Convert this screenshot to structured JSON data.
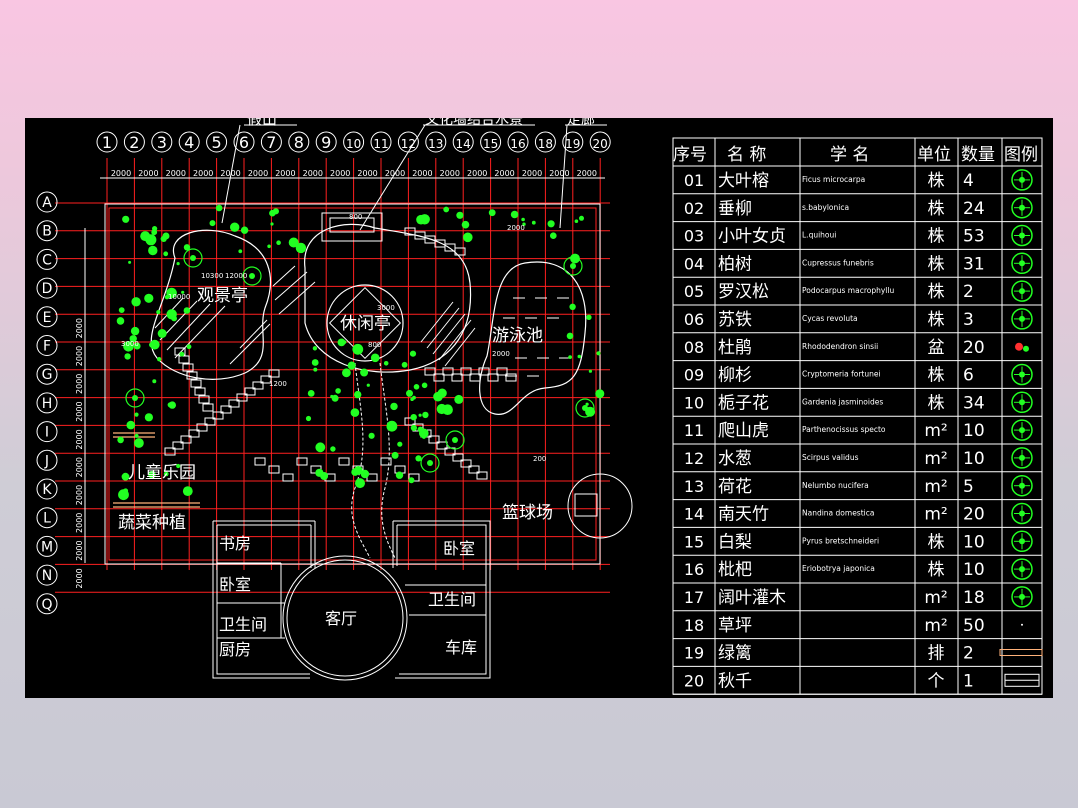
{
  "colors": {
    "background_top": "#f9c6e2",
    "background_bottom": "#c9c9d4",
    "cad_background": "#000000",
    "grid": "#ff2020",
    "plants": "#22ff22",
    "lines": "#ffffff",
    "fence": "#ffb27a"
  },
  "plan": {
    "column_labels": [
      "1",
      "2",
      "3",
      "4",
      "5",
      "6",
      "7",
      "8",
      "9",
      "10",
      "11",
      "12",
      "13",
      "14",
      "15",
      "16",
      "18",
      "19",
      "20"
    ],
    "row_labels": [
      "A",
      "B",
      "C",
      "D",
      "E",
      "F",
      "G",
      "H",
      "I",
      "J",
      "K",
      "L",
      "M",
      "N",
      "Q"
    ],
    "column_spacing_label": "2000",
    "row_spacing_label": "2000",
    "callouts": {
      "rockery": "假山",
      "culture_wall": "文化墙结合水景",
      "corridor": "走廊"
    },
    "areas": {
      "viewing_pavilion": "观景亭",
      "rest_pavilion": "休闲亭",
      "swimming_pool": "游泳池",
      "children_park": "儿童乐园",
      "vegetable_garden": "蔬菜种植",
      "basketball_court": "篮球场"
    },
    "dimensions": {
      "d1": "10300",
      "d2": "12000",
      "d3": "10000",
      "d4": "3000",
      "d5": "1200",
      "d6": "800",
      "d7": "2000",
      "d8": "3000",
      "d9": "200",
      "d10": "800",
      "d11": "2000"
    },
    "house_rooms": {
      "study": "书房",
      "bedroom_left": "卧室",
      "bathroom_left": "卫生间",
      "kitchen": "厨房",
      "living_room": "客厅",
      "bedroom_right": "卧室",
      "bathroom_right": "卫生间",
      "garage": "车库"
    }
  },
  "legend_table": {
    "headers": {
      "number": "序号",
      "name": "名  称",
      "scientific": "学  名",
      "unit": "单位",
      "quantity": "数量",
      "icon": "图例"
    },
    "rows": [
      {
        "no": "01",
        "name": "大叶榕",
        "sci": "Ficus microcarpa",
        "unit": "株",
        "qty": "4",
        "icon": "tree-round-icon"
      },
      {
        "no": "02",
        "name": "垂柳",
        "sci": "s.babylonica",
        "unit": "株",
        "qty": "24",
        "icon": "willow-icon"
      },
      {
        "no": "03",
        "name": "小叶女贞",
        "sci": "L.quihoui",
        "unit": "株",
        "qty": "53",
        "icon": "privet-icon"
      },
      {
        "no": "04",
        "name": "柏树",
        "sci": "Cupressus funebris",
        "unit": "株",
        "qty": "31",
        "icon": "cypress-icon"
      },
      {
        "no": "05",
        "name": "罗汉松",
        "sci": "Podocarpus macrophyllu",
        "unit": "株",
        "qty": "2",
        "icon": "podocarpus-icon"
      },
      {
        "no": "06",
        "name": "苏铁",
        "sci": "Cycas revoluta",
        "unit": "株",
        "qty": "3",
        "icon": "cycad-icon"
      },
      {
        "no": "08",
        "name": "杜鹃",
        "sci": "Rhododendron sinsii",
        "unit": "盆",
        "qty": "20",
        "icon": "azalea-icon"
      },
      {
        "no": "09",
        "name": "柳杉",
        "sci": "Cryptomeria fortunei",
        "unit": "株",
        "qty": "6",
        "icon": "cryptomeria-icon"
      },
      {
        "no": "10",
        "name": "栀子花",
        "sci": "Gardenia jasminoides",
        "unit": "株",
        "qty": "34",
        "icon": "gardenia-icon"
      },
      {
        "no": "11",
        "name": "爬山虎",
        "sci": "Parthenocissus specto",
        "unit": "m²",
        "qty": "10",
        "icon": "ivy-icon"
      },
      {
        "no": "12",
        "name": "水葱",
        "sci": "Scirpus validus",
        "unit": "m²",
        "qty": "10",
        "icon": "bulrush-icon"
      },
      {
        "no": "13",
        "name": "荷花",
        "sci": "Nelumbo nucifera",
        "unit": "m²",
        "qty": "5",
        "icon": "lotus-icon"
      },
      {
        "no": "14",
        "name": "南天竹",
        "sci": "Nandina domestica",
        "unit": "m²",
        "qty": "20",
        "icon": "nandina-icon"
      },
      {
        "no": "15",
        "name": "白梨",
        "sci": "Pyrus bretschneideri",
        "unit": "株",
        "qty": "10",
        "icon": "pear-icon"
      },
      {
        "no": "16",
        "name": "枇杷",
        "sci": "Eriobotrya japonica",
        "unit": "株",
        "qty": "10",
        "icon": "loquat-icon"
      },
      {
        "no": "17",
        "name": "阔叶灌木",
        "sci": "",
        "unit": "m²",
        "qty": "18",
        "icon": "shrub-icon"
      },
      {
        "no": "18",
        "name": "草坪",
        "sci": "",
        "unit": "m²",
        "qty": "50",
        "icon": "lawn-icon"
      },
      {
        "no": "19",
        "name": "绿篱",
        "sci": "",
        "unit": "排",
        "qty": "2",
        "icon": "hedge-icon"
      },
      {
        "no": "20",
        "name": "秋千",
        "sci": "",
        "unit": "个",
        "qty": "1",
        "icon": "swing-icon"
      }
    ]
  }
}
